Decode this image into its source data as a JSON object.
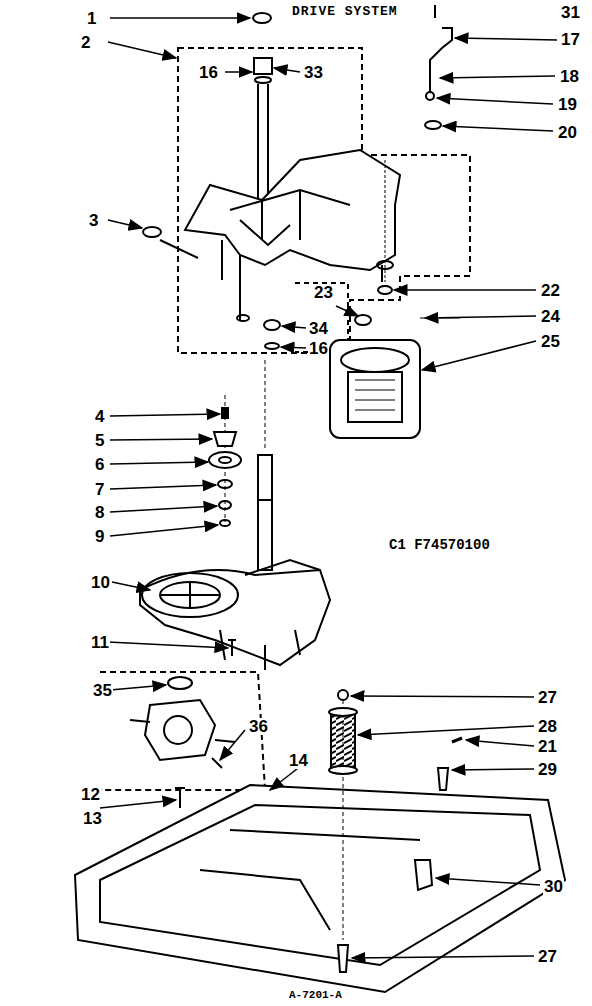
{
  "diagram": {
    "title": "DRIVE SYSTEM",
    "labels": [
      "1",
      "2",
      "16",
      "33",
      "31",
      "17",
      "18",
      "19",
      "20",
      "3",
      "22",
      "23",
      "24",
      "25",
      "34",
      "16",
      "4",
      "5",
      "6",
      "7",
      "8",
      "9",
      "10",
      "11",
      "35",
      "36",
      "12",
      "13",
      "14",
      "27",
      "28",
      "21",
      "29",
      "30",
      "27",
      "C1 F74570100",
      "A-7201-A"
    ]
  }
}
